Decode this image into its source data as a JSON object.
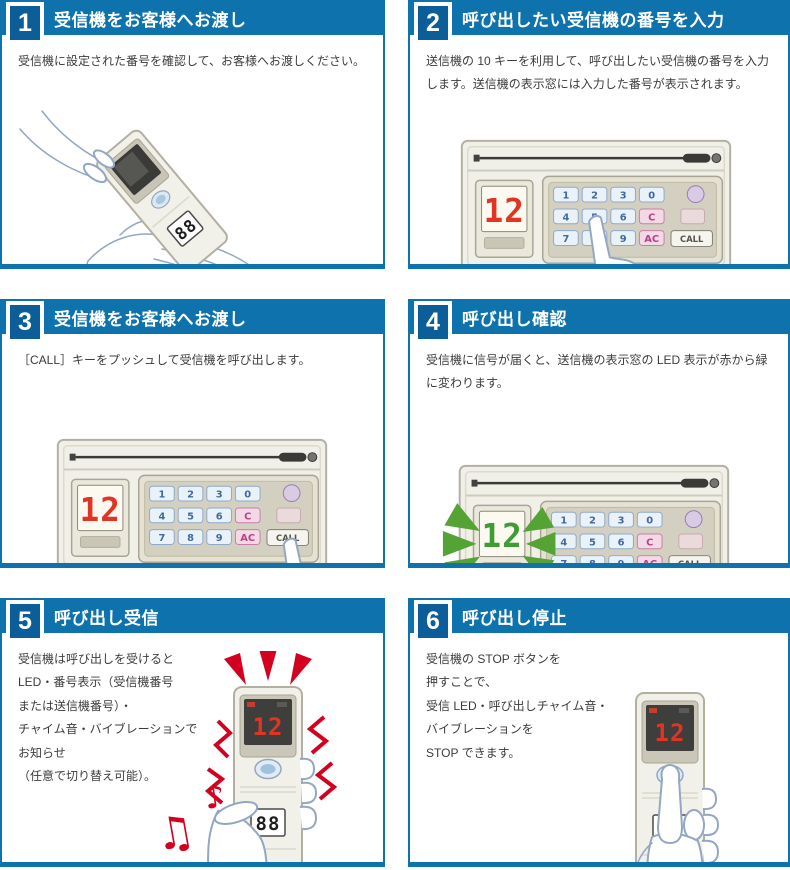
{
  "colors": {
    "panel_blue": "#0e73ac",
    "badge_blue": "#0b5e97",
    "alert_red": "#d3001f",
    "led_red": "#e03424",
    "led_green": "#3f9c35",
    "flash_green": "#55a235"
  },
  "panels": [
    {
      "number": "1",
      "title": "受信機をお客様へお渡し",
      "body": "受信機に設定された番号を確認して、お客様へお渡しください。"
    },
    {
      "number": "2",
      "title": "呼び出したい受信機の番号を入力",
      "body": "送信機の 10 キーを利用して、呼び出したい受信機の番号を入力します。送信機の表示窓には入力した番号が表示されます。"
    },
    {
      "number": "3",
      "title": "受信機をお客様へお渡し",
      "body": "［CALL］キーをプッシュして受信機を呼び出します。"
    },
    {
      "number": "4",
      "title": "呼び出し確認",
      "body": "受信機に信号が届くと、送信機の表示窓の LED 表示が赤から緑に変わります。"
    },
    {
      "number": "5",
      "title": "呼び出し受信",
      "body": "受信機は呼び出しを受けると\nLED・番号表示（受信機番号\nまたは送信機番号）・\nチャイム音・バイブレーションで\nお知らせ\n（任意で切り替え可能）。"
    },
    {
      "number": "6",
      "title": "呼び出し停止",
      "body": "受信機の STOP ボタンを\n押すことで、\n受信 LED・呼び出しチャイム音・\nバイブレーションを\nSTOP できます。"
    }
  ],
  "device": {
    "transmitter_display": "12",
    "receiver_display": "12",
    "receiver_number": "88",
    "keys": [
      "1",
      "2",
      "3",
      "0",
      "4",
      "5",
      "6",
      "C",
      "7",
      "8",
      "9",
      "AC",
      "CALL"
    ]
  },
  "icons": {
    "music_note_double": "♫",
    "music_note_single": "♪"
  }
}
